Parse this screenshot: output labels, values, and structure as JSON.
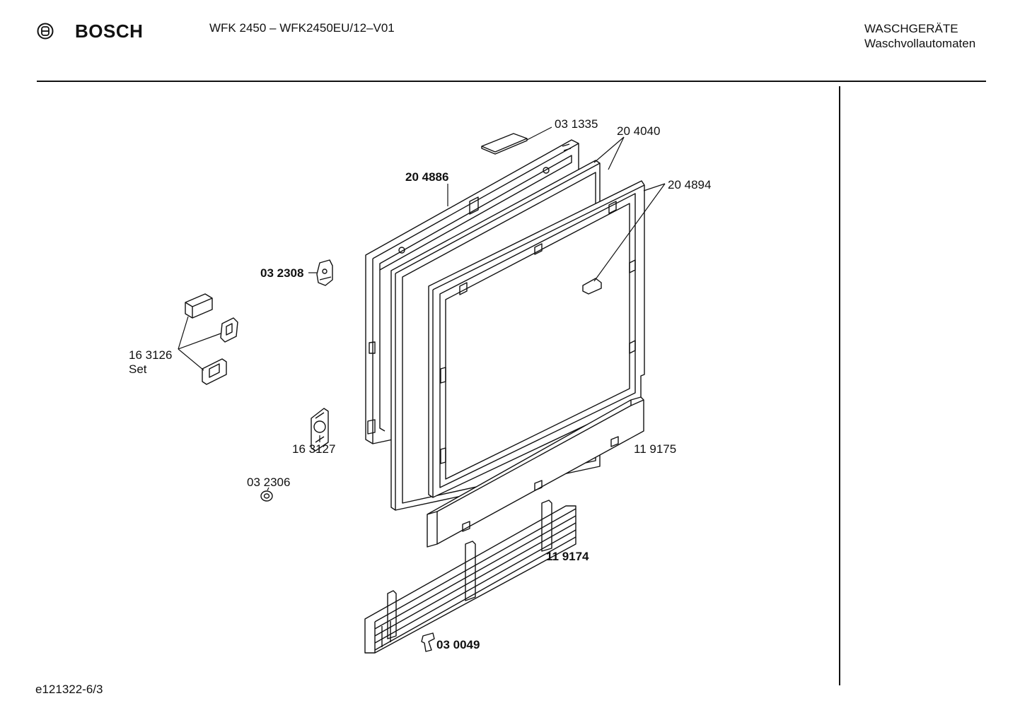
{
  "header": {
    "brand": "BOSCH",
    "model": "WFK 2450 – WFK2450EU/12–V01",
    "category": "WASCHGERÄTE",
    "subcategory": "Waschvollautomaten"
  },
  "footer": {
    "code": "e121322-6/3"
  },
  "parts": [
    {
      "id": "part-031335",
      "number": "03 1335",
      "bold": false
    },
    {
      "id": "part-204040",
      "number": "20 4040",
      "bold": false
    },
    {
      "id": "part-204886",
      "number": "20 4886",
      "bold": true
    },
    {
      "id": "part-204894",
      "number": "20 4894",
      "bold": false
    },
    {
      "id": "part-032308",
      "number": "03 2308",
      "bold": true
    },
    {
      "id": "part-163126",
      "number": "16 3126",
      "bold": false,
      "note": "Set"
    },
    {
      "id": "part-163127",
      "number": "16 3127",
      "bold": false
    },
    {
      "id": "part-119175",
      "number": "11 9175",
      "bold": false
    },
    {
      "id": "part-032306",
      "number": "03 2306",
      "bold": false
    },
    {
      "id": "part-119174",
      "number": "11 9174",
      "bold": true
    },
    {
      "id": "part-030049",
      "number": "03 0049",
      "bold": true
    }
  ]
}
